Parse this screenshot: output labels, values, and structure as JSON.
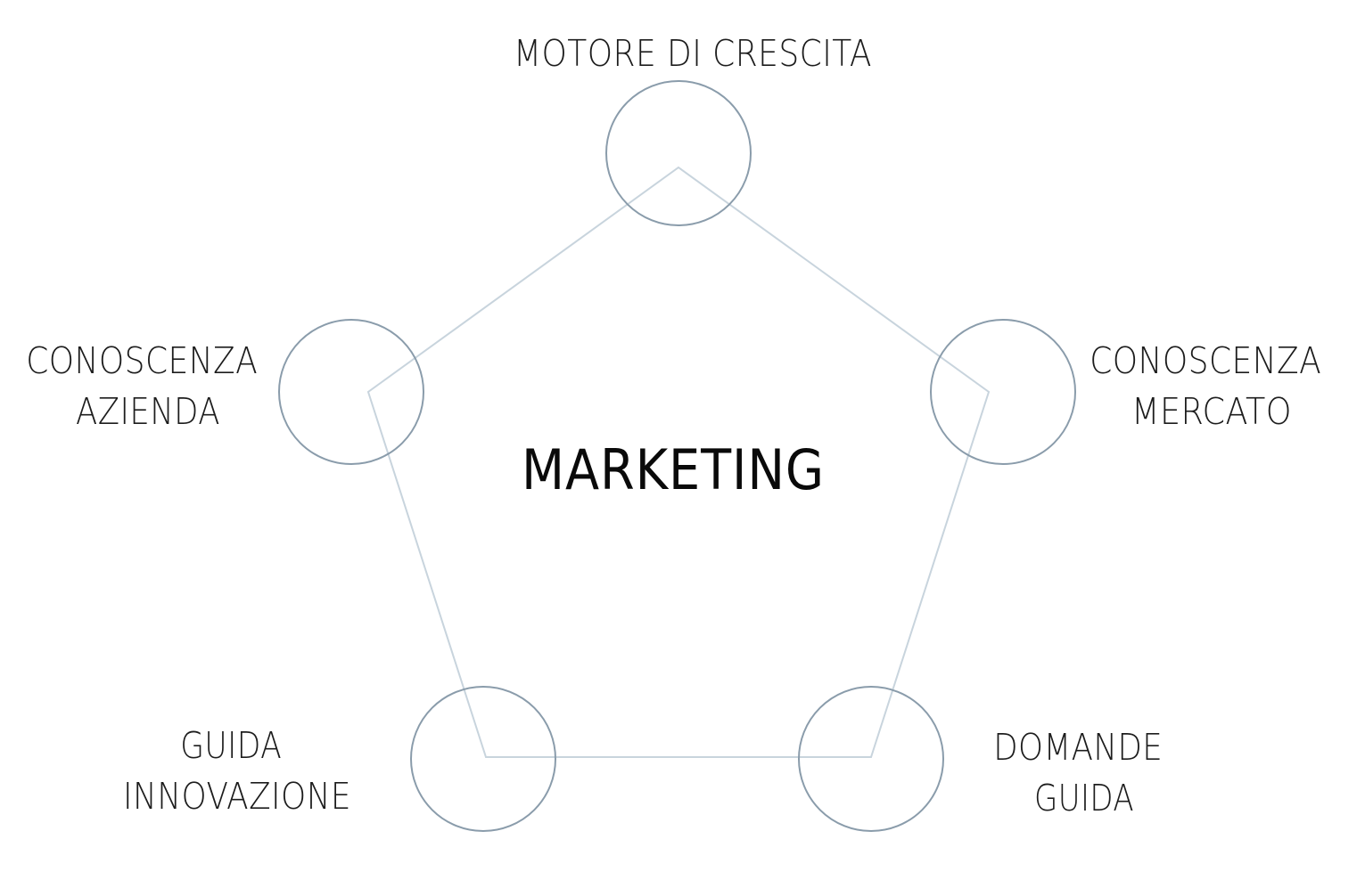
{
  "diagram": {
    "center_label": "MARKETING",
    "nodes": [
      {
        "id": "motore",
        "lines": [
          "MOTORE DI CRESCITA"
        ]
      },
      {
        "id": "mercato",
        "lines": [
          "CONOSCENZA",
          "MERCATO"
        ]
      },
      {
        "id": "domande",
        "lines": [
          "DOMANDE",
          "GUIDA"
        ]
      },
      {
        "id": "innovazione",
        "lines": [
          "GUIDA",
          "INNOVAZIONE"
        ]
      },
      {
        "id": "azienda",
        "lines": [
          "CONOSCENZA",
          "AZIENDA"
        ]
      }
    ]
  },
  "colors": {
    "background": "#ffffff",
    "circle_stroke": "#8a9cab",
    "pentagon_stroke": "#c8d4dd",
    "text": "#1c1c1c",
    "center_text": "#0a0a0a"
  }
}
